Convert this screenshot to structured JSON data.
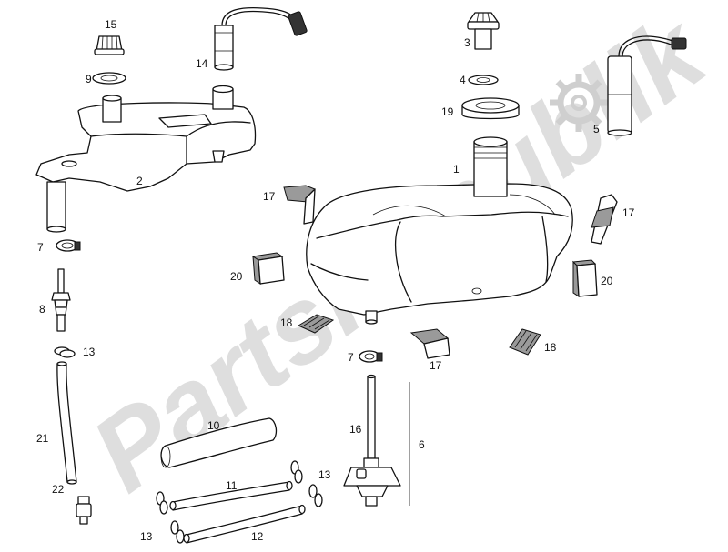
{
  "watermark": {
    "text": "PartsRepublik"
  },
  "callouts": [
    {
      "id": "c15",
      "text": "15"
    },
    {
      "id": "c9",
      "text": "9"
    },
    {
      "id": "c14",
      "text": "14"
    },
    {
      "id": "c2",
      "text": "2"
    },
    {
      "id": "c7a",
      "text": "7"
    },
    {
      "id": "c8",
      "text": "8"
    },
    {
      "id": "c13a",
      "text": "13"
    },
    {
      "id": "c21",
      "text": "21"
    },
    {
      "id": "c22",
      "text": "22"
    },
    {
      "id": "c10",
      "text": "10"
    },
    {
      "id": "c11",
      "text": "11"
    },
    {
      "id": "c12",
      "text": "12"
    },
    {
      "id": "c13b",
      "text": "13"
    },
    {
      "id": "c13c",
      "text": "13"
    },
    {
      "id": "c3",
      "text": "3"
    },
    {
      "id": "c4",
      "text": "4"
    },
    {
      "id": "c19",
      "text": "19"
    },
    {
      "id": "c5",
      "text": "5"
    },
    {
      "id": "c1",
      "text": "1"
    },
    {
      "id": "c17a",
      "text": "17"
    },
    {
      "id": "c17b",
      "text": "17"
    },
    {
      "id": "c17c",
      "text": "17"
    },
    {
      "id": "c20a",
      "text": "20"
    },
    {
      "id": "c20b",
      "text": "20"
    },
    {
      "id": "c18a",
      "text": "18"
    },
    {
      "id": "c18b",
      "text": "18"
    },
    {
      "id": "c7b",
      "text": "7"
    },
    {
      "id": "c16",
      "text": "16"
    },
    {
      "id": "c6",
      "text": "6"
    }
  ]
}
